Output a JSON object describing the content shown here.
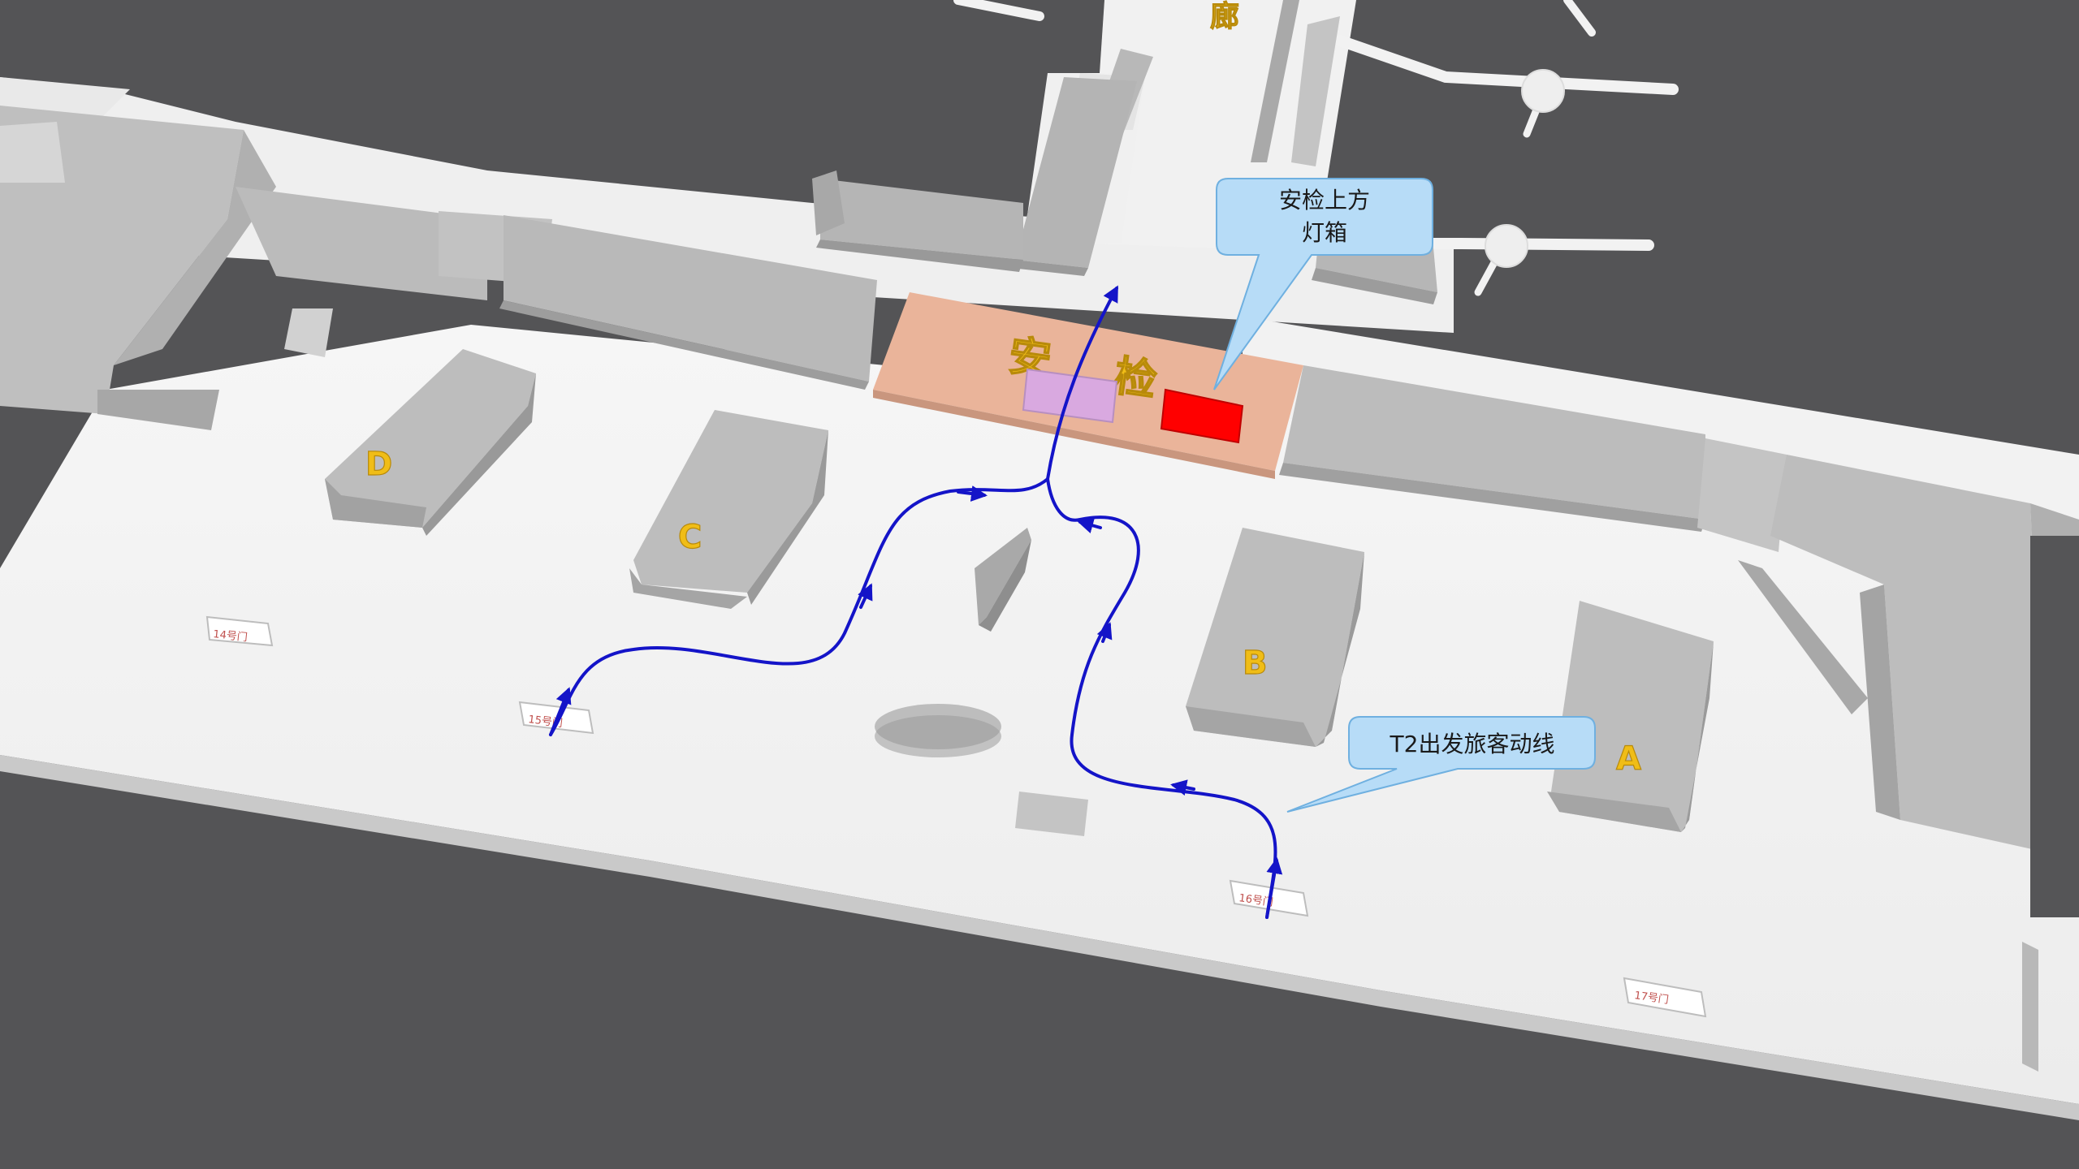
{
  "floor": {
    "corridor_label": "廊",
    "security_label_chars": [
      "安",
      "检"
    ],
    "counters": [
      "D",
      "C",
      "B",
      "A"
    ],
    "entrance_labels": [
      "14号门",
      "15号门",
      "16号门",
      "17号门"
    ]
  },
  "callouts": {
    "lightbox": {
      "lines": [
        "安检上方",
        "灯箱"
      ]
    },
    "flow": {
      "text": "T2出发旅客动线"
    }
  },
  "colors": {
    "background": "#545456",
    "floor": "#f3f3f3",
    "wall": "#b4b4b4",
    "security_zone": "#eab49a",
    "lightbox": "#ff0000",
    "gate_machine": "#d9a9e0",
    "route": "#1414c8",
    "counter_letter": "#f0bd17",
    "callout_fill": "#b7dcf7"
  }
}
